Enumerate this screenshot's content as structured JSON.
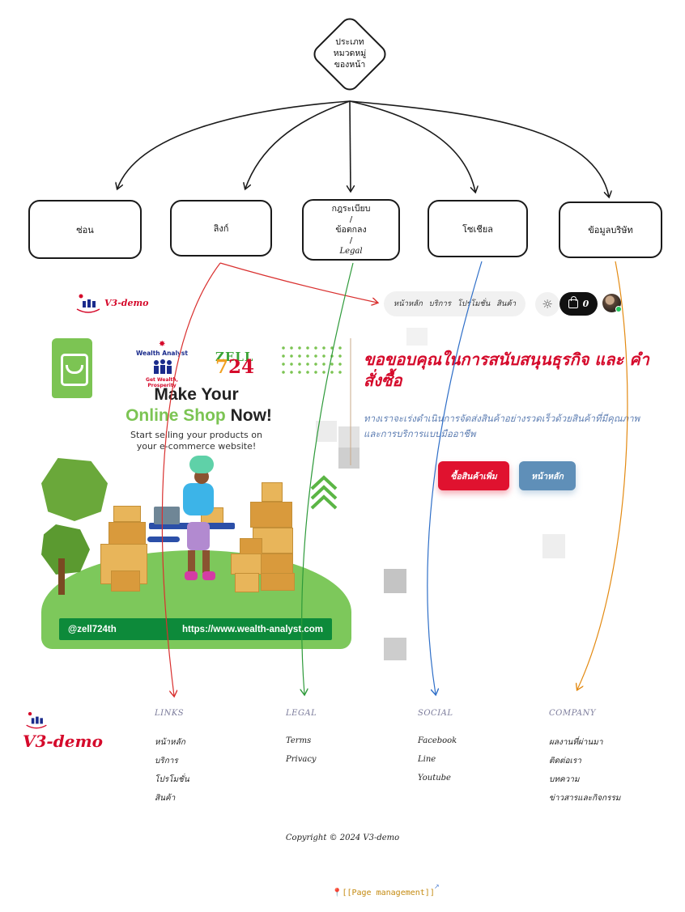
{
  "diagram": {
    "root": "ประเภท\nหมวดหมู่\nของหน้า",
    "nodes": {
      "hide": "ซ่อน",
      "link": "ลิงก์",
      "legal_line1": "กฎระเบียบ",
      "legal_slash1": "/",
      "legal_line2": "ข้อตกลง",
      "legal_slash2": "/",
      "legal_line3": "Legal",
      "social": "โซเชียล",
      "company": "ข้อมูลบริษัท"
    }
  },
  "header": {
    "brand": "V3-demo",
    "nav": [
      "หน้าหลัก",
      "บริการ",
      "โปรโมชั่น",
      "สินค้า"
    ],
    "theme_icon": "☼",
    "cart_count": "0"
  },
  "banner": {
    "logo_title": "Wealth Analyst",
    "logo_sub": "Get Wealth, Prosperity",
    "zell_top": "ZELL",
    "zell_num_a": "7",
    "zell_num_b": "24",
    "heading1": "Make Your",
    "heading2_green": "Online Shop",
    "heading2_dark": " Now!",
    "sub1": "Start selling your products on",
    "sub2": "your e-commerce website!",
    "handle": "@zell724th",
    "url": "https://www.wealth-analyst.com"
  },
  "hero": {
    "title": "ขอขอบคุณในการสนับสนุนธุรกิจ และ คำสั่งซื้อ",
    "subtitle": "ทางเราจะเร่งดำเนินการจัดส่งสินค้าอย่างรวดเร็วด้วยสินค้าที่มีคุณภาพและการบริการแบบมืออาชีพ",
    "btn_primary": "ซื้อสินค้าเพิ่ม",
    "btn_secondary": "หน้าหลัก"
  },
  "footer": {
    "brand": "V3-demo",
    "columns": [
      {
        "heading": "LINKS",
        "items": [
          "หน้าหลัก",
          "บริการ",
          "โปรโมชั่น",
          "สินค้า"
        ]
      },
      {
        "heading": "LEGAL",
        "items": [
          "Terms",
          "Privacy"
        ]
      },
      {
        "heading": "SOCIAL",
        "items": [
          "Facebook",
          "Line",
          "Youtube"
        ]
      },
      {
        "heading": "COMPANY",
        "items": [
          "ผลงานที่ผ่านมา",
          "ติดต่อเรา",
          "บทความ",
          "ข่าวสารและกิจกรรม"
        ]
      }
    ],
    "copyright": "Copyright © 2024 V3-demo",
    "page_management": "[[Page management]]"
  },
  "colors": {
    "brand_red": "#d50a2b",
    "green": "#7cc453",
    "dark_green": "#0d8a3a",
    "arrow_red": "#d9302f",
    "arrow_green": "#2e9a3a",
    "arrow_blue": "#2f6fc8",
    "arrow_orange": "#e38a12"
  }
}
